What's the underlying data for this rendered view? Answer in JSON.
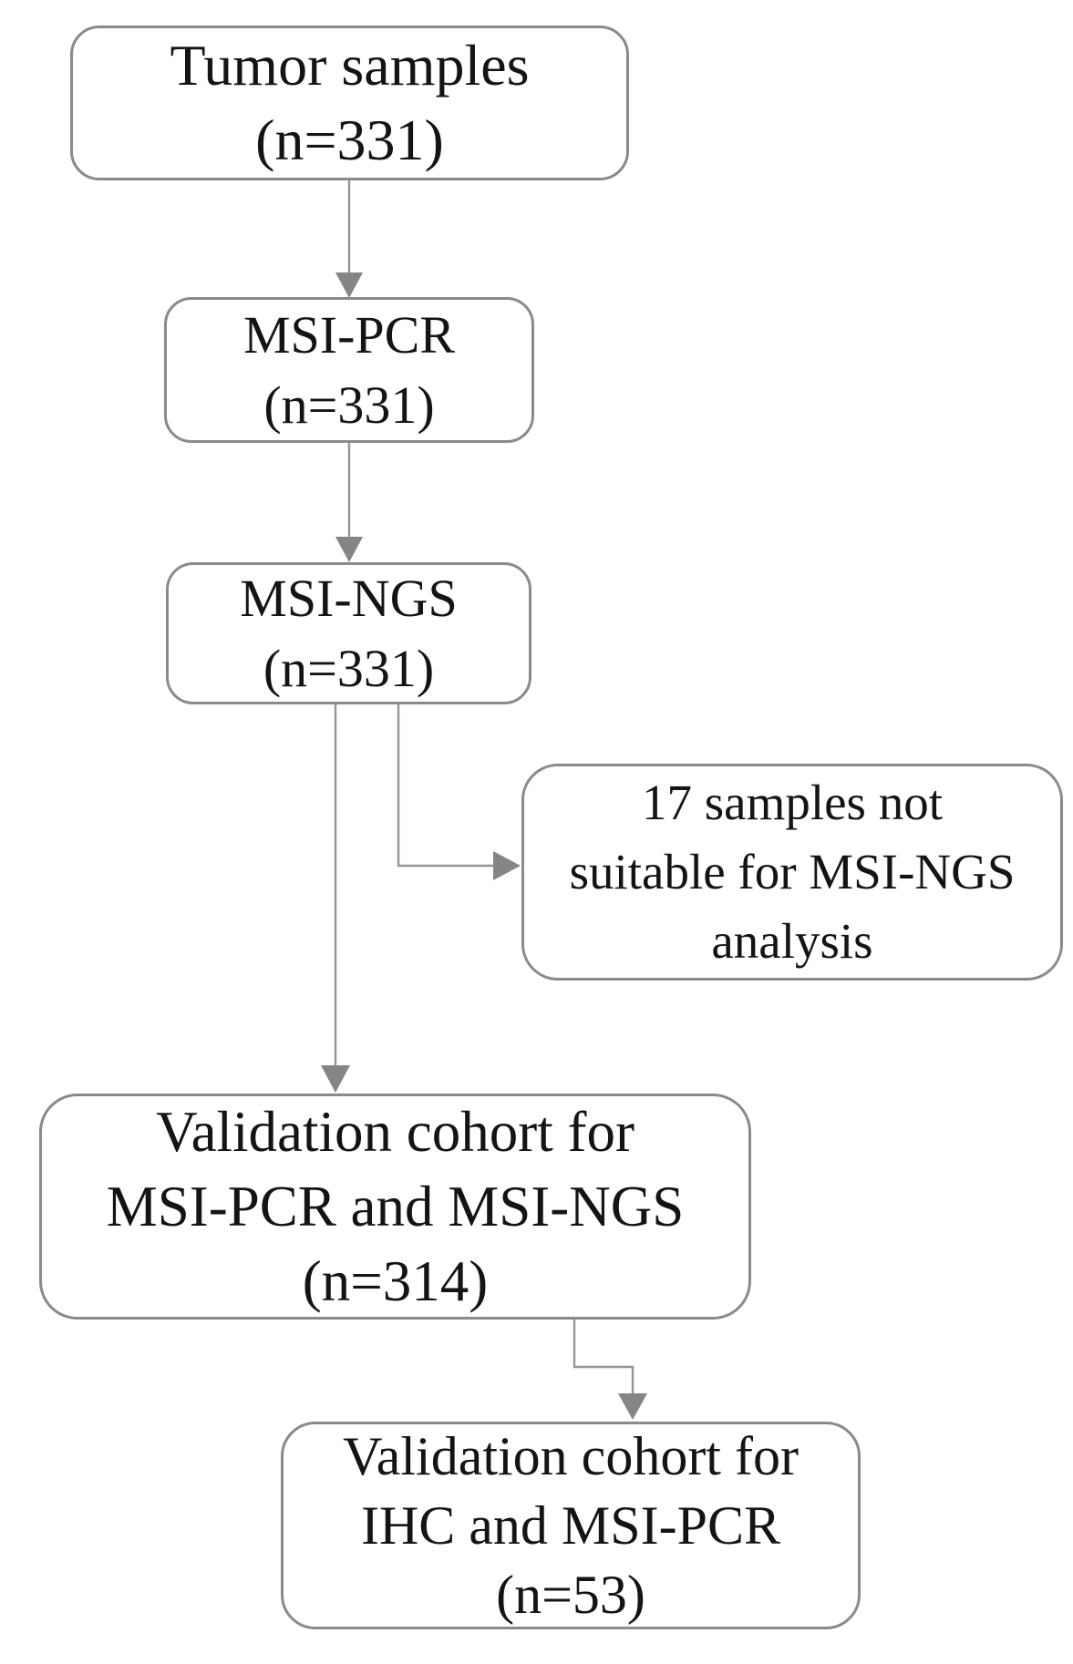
{
  "figure": {
    "type": "flowchart",
    "description": "Study sample flow diagram"
  },
  "colors": {
    "bg": "#ffffff",
    "box-border": "#8a8a8a",
    "connector": "#949494",
    "arrowhead": "#858585",
    "text": "#141414"
  },
  "nodes": [
    {
      "id": "tumor-samples",
      "lines": [
        "Tumor samples",
        "(n=331)"
      ]
    },
    {
      "id": "msi-pcr",
      "lines": [
        "MSI-PCR",
        "(n=331)"
      ]
    },
    {
      "id": "msi-ngs",
      "lines": [
        "MSI-NGS",
        "(n=331)"
      ]
    },
    {
      "id": "excluded",
      "lines": [
        "17 samples not",
        "suitable for MSI-NGS",
        "analysis"
      ]
    },
    {
      "id": "validation-msi-pcr-ngs",
      "lines": [
        "Validation cohort for",
        "MSI-PCR and MSI-NGS",
        "(n=314)"
      ]
    },
    {
      "id": "validation-ihc-pcr",
      "lines": [
        "Validation cohort for",
        "IHC and MSI-PCR",
        "(n=53)"
      ]
    }
  ],
  "edges": [
    {
      "from": "tumor-samples",
      "to": "msi-pcr"
    },
    {
      "from": "msi-pcr",
      "to": "msi-ngs"
    },
    {
      "from": "msi-ngs",
      "to": "validation-msi-pcr-ngs"
    },
    {
      "from": "msi-ngs",
      "to": "excluded"
    },
    {
      "from": "validation-msi-pcr-ngs",
      "to": "validation-ihc-pcr"
    }
  ]
}
